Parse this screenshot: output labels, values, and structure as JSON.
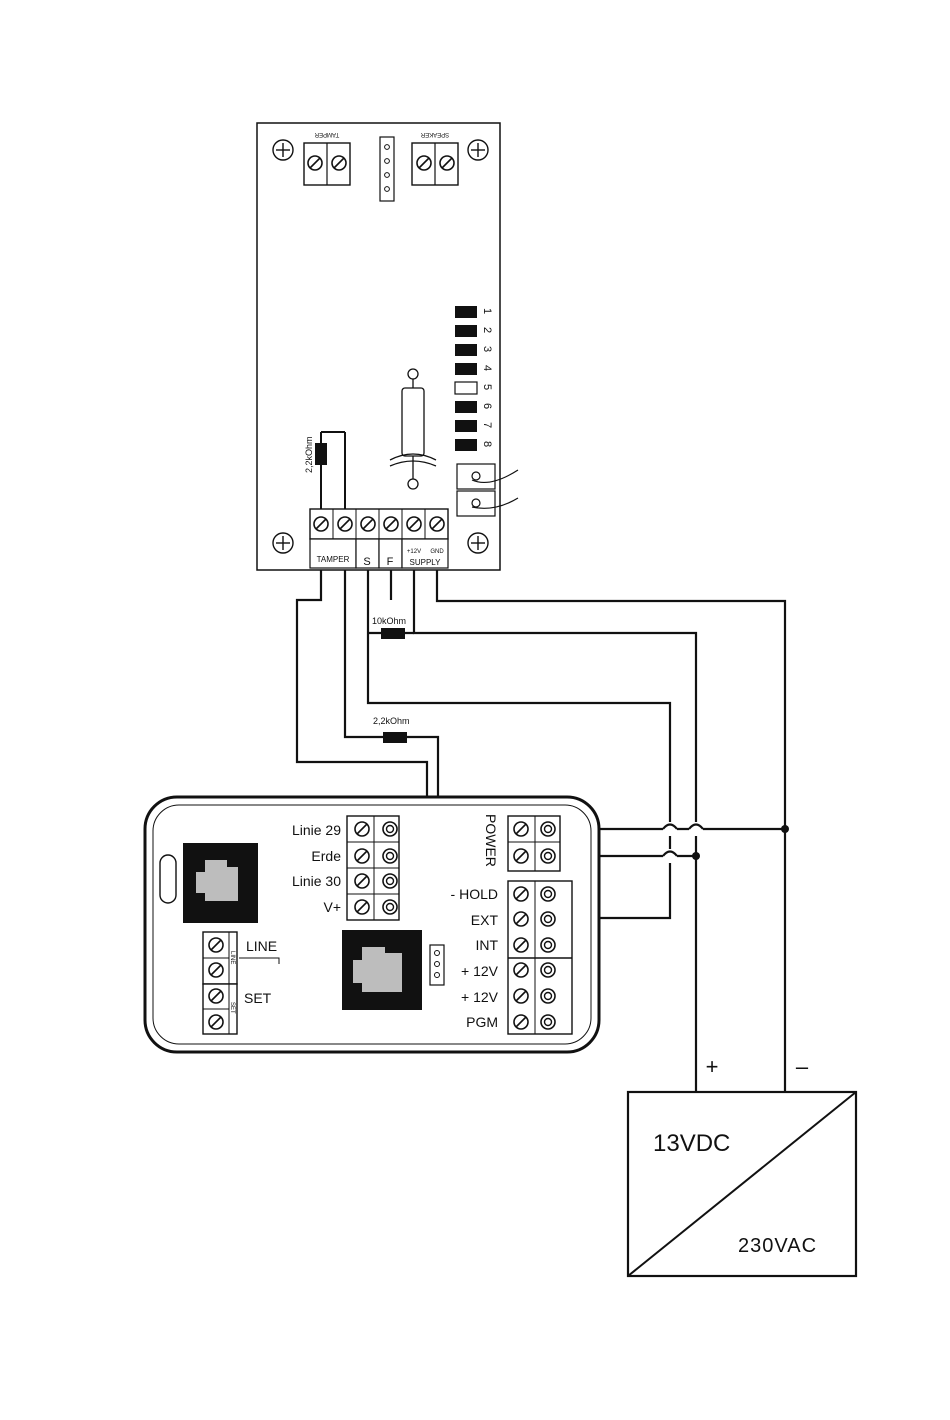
{
  "detector": {
    "top_left_terminal": "TAMPER",
    "top_right_terminal": "SPEAKER",
    "bottom_tamper": "TAMPER",
    "bottom_s": "S",
    "bottom_f": "F",
    "bottom_supply": "SUPPLY",
    "bottom_plus12": "+12V",
    "bottom_gnd": "GND",
    "resistor_label": "2,2kOhm",
    "dip_numbers": [
      "1",
      "2",
      "3",
      "4",
      "5",
      "6",
      "7",
      "8"
    ]
  },
  "wiring": {
    "resistor_10k": "10kOhm",
    "resistor_2k2": "2,2kOhm"
  },
  "controller": {
    "left_block": [
      "Linie 29",
      "Erde",
      "Linie 30",
      "V+"
    ],
    "power_label": "POWER",
    "right_block": [
      "- HOLD",
      "EXT",
      "INT",
      "+ 12V",
      "+ 12V",
      "PGM"
    ],
    "line_label": "LINE",
    "line_small": "LINE",
    "set_label": "SET",
    "set_small": "SET"
  },
  "psu": {
    "plus": "+",
    "minus": "–",
    "output": "13VDC",
    "input": "230VAC"
  }
}
